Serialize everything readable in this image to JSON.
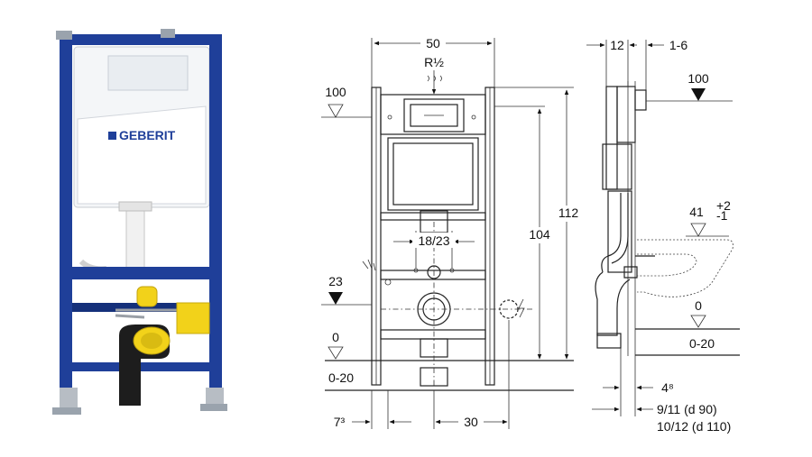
{
  "brand": {
    "name": "GEBERIT",
    "accent": "#1f3f99",
    "bracket_color": "#f2d21a"
  },
  "front_view": {
    "width": "50",
    "connection": "R½",
    "water_level_left": "100",
    "height_frame": "112",
    "height_actuator": "104",
    "fixing_spacing": "18/23",
    "outlet_level": "23",
    "floor_level": "0",
    "floor_range": "0-20",
    "leg_offset": "7³",
    "bottom_spacing": "30"
  },
  "side_view": {
    "top_dim_a": "12",
    "top_dim_b": "1-6",
    "water_level_right": "100",
    "bowl_height": "41",
    "bowl_tolerance_plus": "+2",
    "bowl_tolerance_minus": "-1",
    "floor_level": "0",
    "floor_range": "0-20",
    "wall_dim": "4⁸",
    "depth_d90": "9/11  (d 90)",
    "depth_d110": "10/12 (d 110)"
  }
}
